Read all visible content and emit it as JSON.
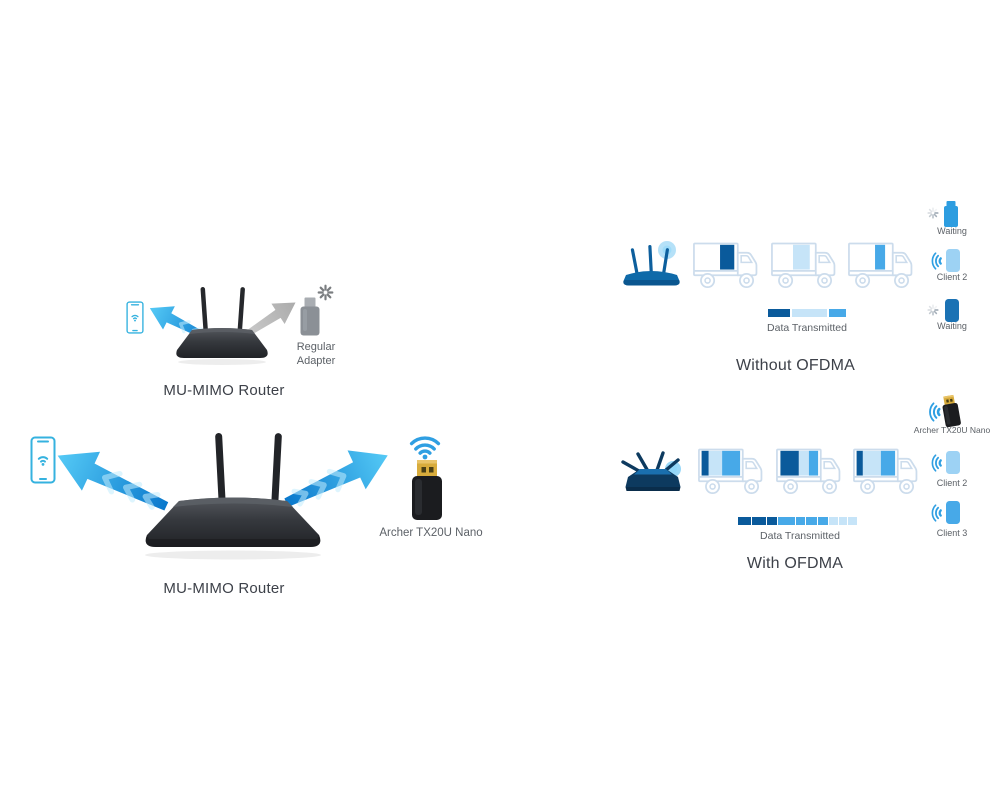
{
  "colors": {
    "dark": "#0a5a9b",
    "mid": "#47a9e8",
    "pale": "#c6e4f8",
    "light": "#9dd2f4",
    "midDark": "#1b72b4",
    "usbBlue": "#2d9de0",
    "outline": "#ccdcec",
    "wifi": "#2f9fe2",
    "textDark": "#3d4149",
    "textGray": "#5c6167"
  },
  "left": {
    "top_diagram": {
      "adapter_label": "Regular Adapter",
      "router_label": "MU-MIMO Router"
    },
    "bottom_diagram": {
      "adapter_label": "Archer TX20U Nano",
      "router_label": "MU-MIMO Router"
    }
  },
  "right": {
    "without_ofdma": {
      "title": "Without OFDMA",
      "bar_label": "Data Transmitted",
      "client_labels": [
        "Waiting",
        "Client 2",
        "Waiting"
      ],
      "trucks": [
        [
          {
            "c": "dark",
            "x": 0.6,
            "w": 0.34
          }
        ],
        [
          {
            "c": "pale",
            "x": 0.48,
            "w": 0.4
          }
        ],
        [
          {
            "c": "mid",
            "x": 0.6,
            "w": 0.24
          }
        ]
      ],
      "bar": [
        {
          "c": "dark",
          "w": 22
        },
        {
          "c": "pale",
          "w": 35
        },
        {
          "c": "mid",
          "w": 17
        }
      ]
    },
    "with_ofdma": {
      "title": "With OFDMA",
      "bar_label": "Data Transmitted",
      "adapter_label": "Archer TX20U Nano",
      "client_labels": [
        "Client 2",
        "Client 3"
      ],
      "trucks": [
        [
          {
            "c": "dark",
            "x": 0.04,
            "w": 0.17
          },
          {
            "c": "pale",
            "x": 0.21,
            "w": 0.32
          },
          {
            "c": "mid",
            "x": 0.53,
            "w": 0.43
          }
        ],
        [
          {
            "c": "dark",
            "x": 0.06,
            "w": 0.44
          },
          {
            "c": "pale",
            "x": 0.5,
            "w": 0.24
          },
          {
            "c": "mid",
            "x": 0.74,
            "w": 0.22
          }
        ],
        [
          {
            "c": "dark",
            "x": 0.04,
            "w": 0.15
          },
          {
            "c": "pale",
            "x": 0.19,
            "w": 0.43
          },
          {
            "c": "mid",
            "x": 0.62,
            "w": 0.34
          }
        ]
      ],
      "bar": [
        {
          "c": "dark",
          "w": 13
        },
        {
          "c": "dark",
          "w": 14
        },
        {
          "c": "dark",
          "w": 10
        },
        {
          "c": "mid",
          "w": 17
        },
        {
          "c": "mid",
          "w": 9
        },
        {
          "c": "mid",
          "w": 11
        },
        {
          "c": "mid",
          "w": 10
        },
        {
          "c": "pale",
          "w": 9
        },
        {
          "c": "pale",
          "w": 8
        },
        {
          "c": "pale",
          "w": 9
        }
      ]
    }
  }
}
